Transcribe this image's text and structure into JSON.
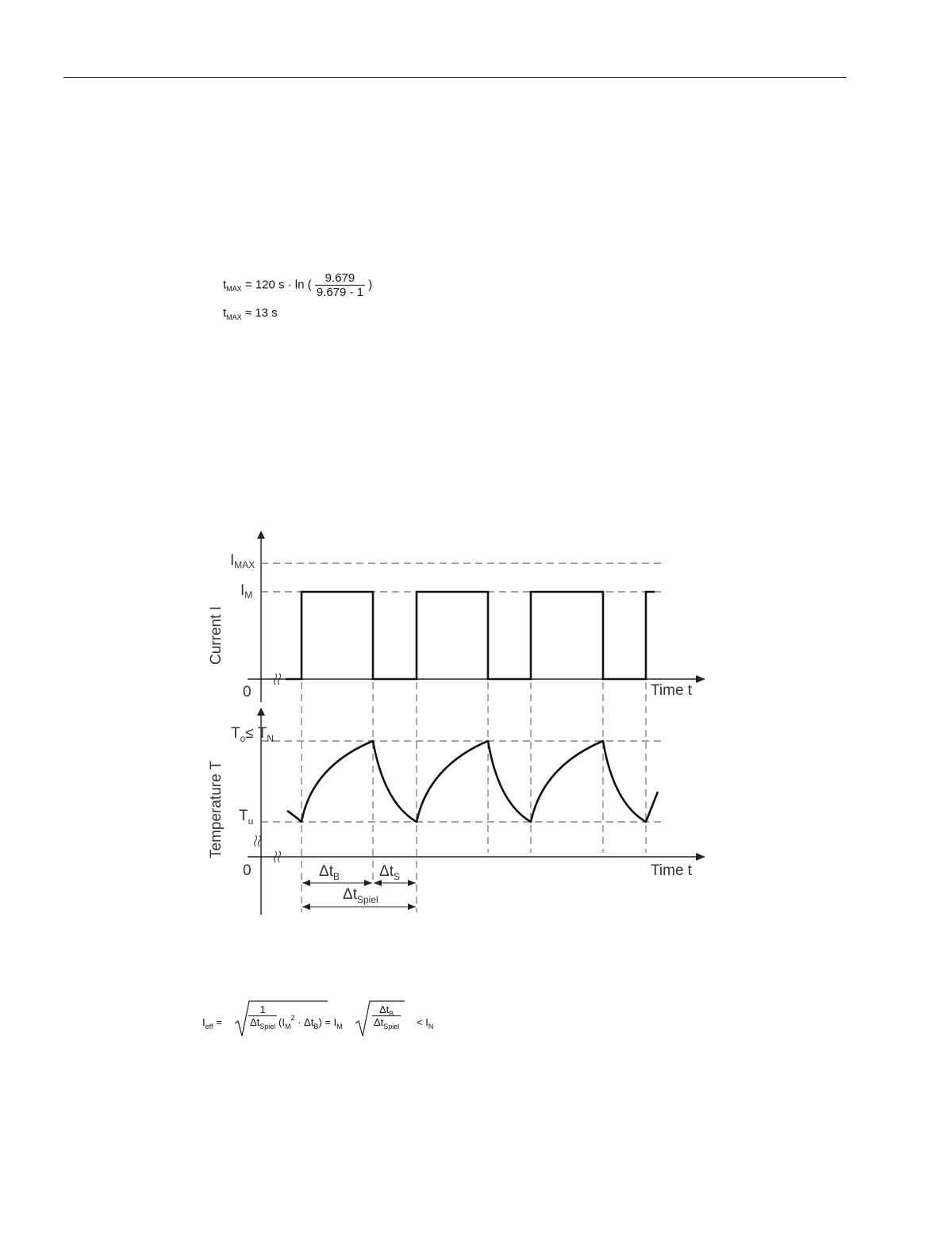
{
  "formula_tmax": {
    "lhs_var": "t",
    "lhs_sub": "MAX",
    "expr_left": "= 120 s · ln (",
    "numerator": "9.679",
    "denominator": "9.679 - 1",
    "expr_right": ")",
    "result": "≈ 13 s"
  },
  "diagram": {
    "current_axis_label": "Current I",
    "temperature_axis_label": "Temperature T",
    "i_max": {
      "main": "I",
      "sub": "MAX"
    },
    "i_m": {
      "main": "I",
      "sub": "M"
    },
    "zero_top": "0",
    "zero_bottom": "0",
    "time_label_top": "Time t",
    "time_label_bottom": "Time t",
    "t_o": {
      "main": "T",
      "sub": "o"
    },
    "leq": "≤",
    "t_n": {
      "main": "T",
      "sub": "N"
    },
    "t_u": {
      "main": "T",
      "sub": "u"
    },
    "dt_b": {
      "main": "Δt",
      "sub": "B"
    },
    "dt_s": {
      "main": "Δt",
      "sub": "S"
    },
    "dt_spiel": {
      "main": "Δt",
      "sub": "Spiel"
    }
  },
  "formula_ieff": {
    "lhs_var": "I",
    "lhs_sub": "eff",
    "eq1": "=",
    "frac_num": "1",
    "frac_den_var": "Δt",
    "frac_den_sub": "Spiel",
    "paren_open": "(I",
    "im_sub": "M",
    "sq": "2",
    "mid": "· Δt",
    "b_sub": "B",
    "paren_close": ")",
    "eq2": "= I",
    "im2_sub": "M",
    "frac2_num_var": "Δt",
    "frac2_num_sub": "B",
    "frac2_den_var": "Δt",
    "frac2_den_sub": "Spiel",
    "lt": "< I",
    "n_sub": "N"
  }
}
